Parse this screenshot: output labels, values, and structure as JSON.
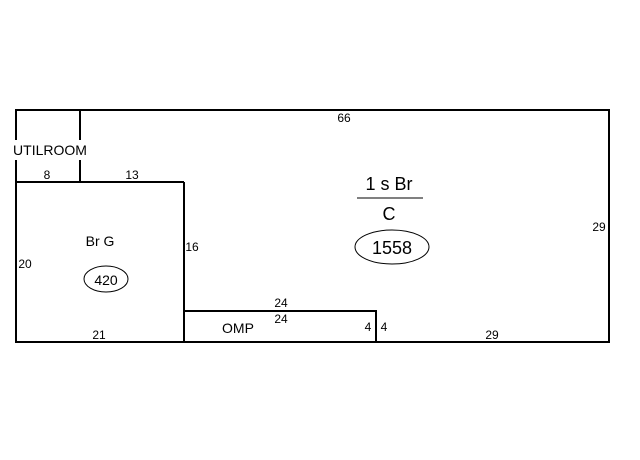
{
  "main_area": {
    "top_dim": "66",
    "right_dim": "29",
    "bottom_dim": "29",
    "code": "1 s Br",
    "class": "C",
    "area": "1558"
  },
  "utility_room": {
    "label": "UTILROOM",
    "dim": "8"
  },
  "garage": {
    "label": "Br G",
    "area": "420",
    "top_dim": "13",
    "left_dim": "20",
    "bottom_dim": "21",
    "right_dim": "16"
  },
  "porch": {
    "label": "OMP",
    "top_dim": "24",
    "inner_dim": "24",
    "left_side_dim": "4",
    "right_side_dim": "4"
  }
}
